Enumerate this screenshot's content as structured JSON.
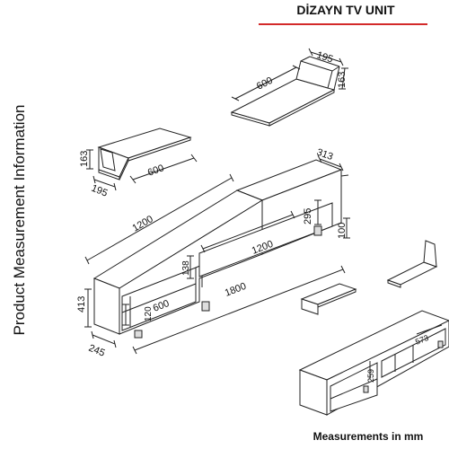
{
  "header": {
    "title": "DİZAYN TV UNIT"
  },
  "side_label": "Product Measurement Information",
  "footer": {
    "units": "Measurements in mm"
  },
  "dimensions": {
    "top_shelf_width": "600",
    "top_shelf_depth": "195",
    "top_shelf_height": "163",
    "left_shelf_width": "600",
    "left_shelf_depth": "195",
    "left_shelf_height": "163",
    "unit_depth": "313",
    "upper_section_length": "1200",
    "rear_height": "295",
    "lower_section_length": "1200",
    "leg_height": "100",
    "compartment_height": "138",
    "small_height": "120",
    "compartment_width": "600",
    "total_length": "1800",
    "total_height": "413",
    "base_depth": "245",
    "detail_compartment_width": "573",
    "detail_height": "259"
  }
}
